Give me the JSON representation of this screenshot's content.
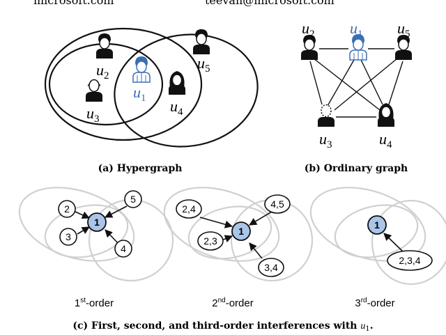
{
  "header": {
    "left_email": "microsoft.com",
    "right_email": "teevan@microsoft.com"
  },
  "panel_a": {
    "caption": "(a) Hypergraph",
    "users": [
      {
        "id": "u2",
        "label_base": "u",
        "label_sub": "2"
      },
      {
        "id": "u1",
        "label_base": "u",
        "label_sub": "1"
      },
      {
        "id": "u5",
        "label_base": "u",
        "label_sub": "5"
      },
      {
        "id": "u3",
        "label_base": "u",
        "label_sub": "3"
      },
      {
        "id": "u4",
        "label_base": "u",
        "label_sub": "4"
      }
    ]
  },
  "panel_b": {
    "caption": "(b) Ordinary graph",
    "users": [
      {
        "id": "u2",
        "label_base": "u",
        "label_sub": "2"
      },
      {
        "id": "u1",
        "label_base": "u",
        "label_sub": "1"
      },
      {
        "id": "u5",
        "label_base": "u",
        "label_sub": "5"
      },
      {
        "id": "u3",
        "label_base": "u",
        "label_sub": "3"
      },
      {
        "id": "u4",
        "label_base": "u",
        "label_sub": "4"
      }
    ],
    "edges": [
      [
        "u2",
        "u1"
      ],
      [
        "u1",
        "u5"
      ],
      [
        "u2",
        "u3"
      ],
      [
        "u2",
        "u4"
      ],
      [
        "u1",
        "u3"
      ],
      [
        "u1",
        "u4"
      ],
      [
        "u5",
        "u3"
      ],
      [
        "u5",
        "u4"
      ],
      [
        "u3",
        "u4"
      ]
    ]
  },
  "panel_c": {
    "caption_prefix": "(c) First, second, and third-order interferences with ",
    "caption_var": "u",
    "caption_sub": "1",
    "caption_suffix": ".",
    "target_label": "1",
    "groups": [
      {
        "order_num": "1",
        "order_sup": "st",
        "order_word": "-order",
        "sources": [
          "2",
          "5",
          "3",
          "4"
        ]
      },
      {
        "order_num": "2",
        "order_sup": "nd",
        "order_word": "-order",
        "sources": [
          "2,4",
          "4,5",
          "2,3",
          "3,4"
        ]
      },
      {
        "order_num": "3",
        "order_sup": "rd",
        "order_word": "-order",
        "sources": [
          "2,3,4"
        ]
      }
    ]
  },
  "colors": {
    "highlight_fill": "#a9c5e8",
    "highlight_text": "#3b6fb5",
    "ellipse_gray": "#d0d0d0",
    "ink": "#111111"
  }
}
